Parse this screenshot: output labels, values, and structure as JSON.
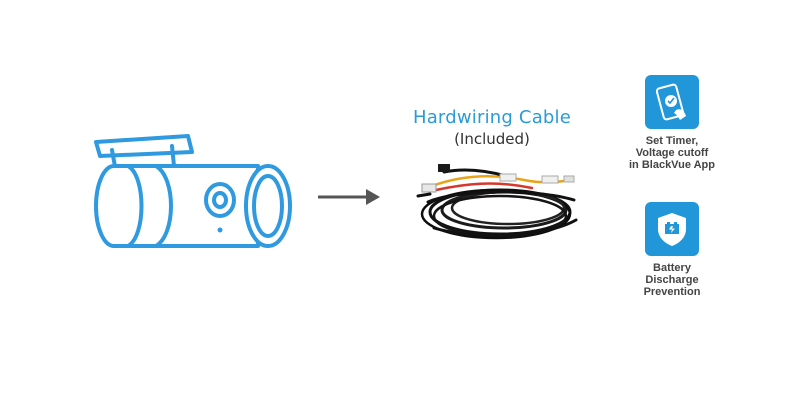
{
  "product": {
    "title": "Hardwiring Cable",
    "subtitle": "(Included)"
  },
  "features": [
    {
      "icon": "phone-app-icon",
      "lines": [
        "Set Timer,",
        "Voltage cutoff",
        "in BlackVue App"
      ]
    },
    {
      "icon": "battery-shield-icon",
      "lines": [
        "Battery",
        "Discharge",
        "Prevention"
      ]
    }
  ],
  "colors": {
    "accent": "#2196d9",
    "title_blue": "#2a9bd8",
    "outline_blue": "#2f9ae0",
    "arrow_gray": "#555555",
    "caption_gray": "#444444"
  }
}
